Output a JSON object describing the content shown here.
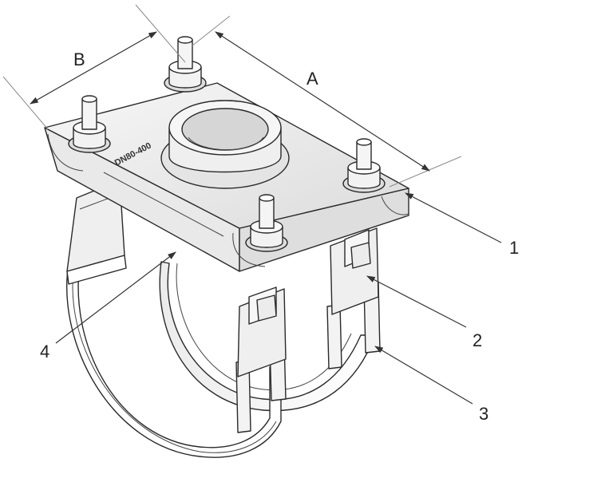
{
  "dimensions": {
    "a": "A",
    "b": "B"
  },
  "plate_marking": "DN80-400",
  "callouts": {
    "c1": "1",
    "c2": "2",
    "c3": "3",
    "c4": "4"
  }
}
